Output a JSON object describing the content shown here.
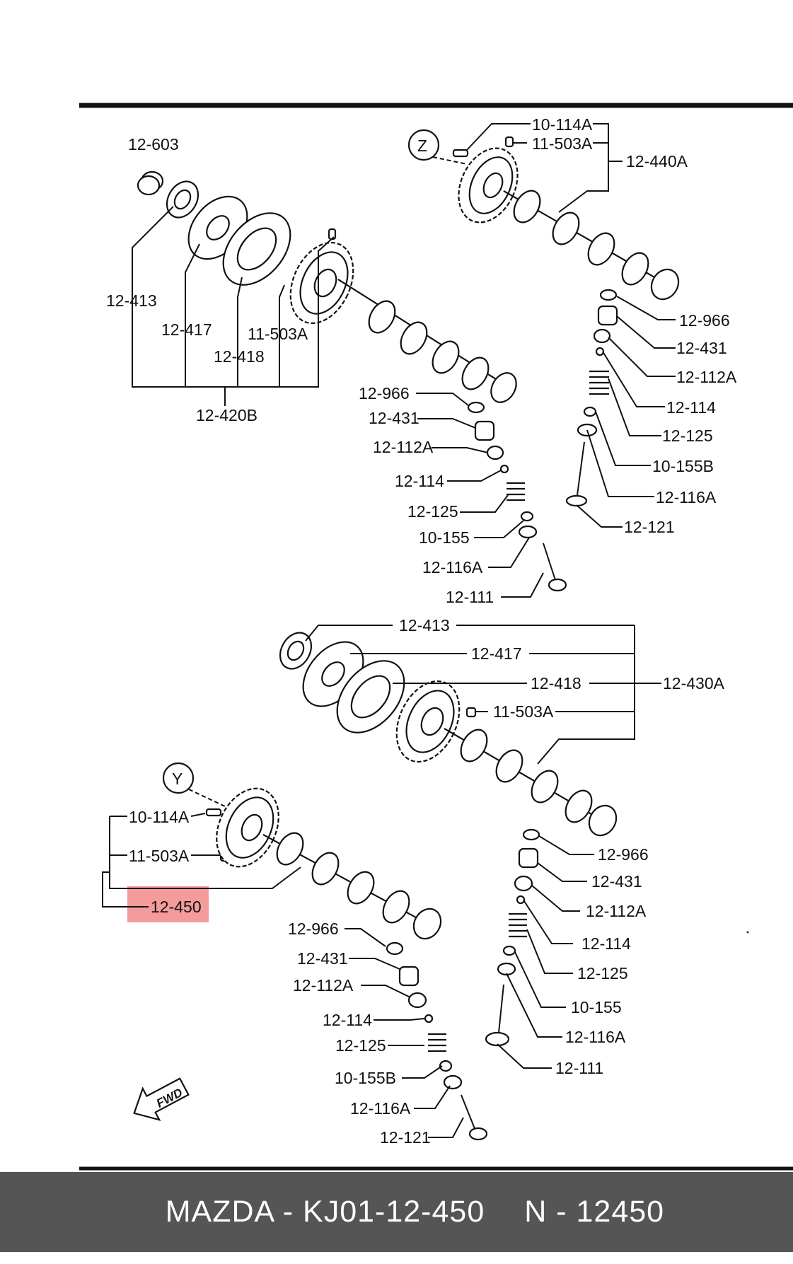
{
  "footer": {
    "brand_part": "MAZDA - KJ01-12-450",
    "alt_part": "N - 12450"
  },
  "highlight_color": "#f28a8a",
  "callouts": {
    "c12603": "12-603",
    "c12413a": "12-413",
    "c12417a": "12-417",
    "c12418a": "12-418",
    "c11503Aa": "11-503A",
    "c12420B": "12-420B",
    "c10114Aa": "10-114A",
    "c11503Ab": "11-503A",
    "c12440A": "12-440A",
    "zlabel": "Z",
    "ylabel": "Y",
    "c12966a": "12-966",
    "c12431a": "12-431",
    "c12112Aa": "12-112A",
    "c12114a": "12-114",
    "c12125a": "12-125",
    "c10155Ba": "10-155B",
    "c12116Aa": "12-116A",
    "c12121a": "12-121",
    "c12966b": "12-966",
    "c12431b": "12-431",
    "c12112Ab": "12-112A",
    "c12114b": "12-114",
    "c12125b": "12-125",
    "c10155a": "10-155",
    "c12116Ab": "12-116A",
    "c12111a": "12-111",
    "c12413b": "12-413",
    "c12417b": "12-417",
    "c12418b": "12-418",
    "c12430A": "12-430A",
    "c11503Ac": "11-503A",
    "c10114Ab": "10-114A",
    "c11503Ad": "11-503A",
    "c12450": "12-450",
    "c12966c": "12-966",
    "c12431c": "12-431",
    "c12112Ac": "12-112A",
    "c12114c": "12-114",
    "c12125c": "12-125",
    "c10155Bb": "10-155B",
    "c12116Ac": "12-116A",
    "c12121b": "12-121",
    "c12966d": "12-966",
    "c12431d": "12-431",
    "c12112Ad": "12-112A",
    "c12114d": "12-114",
    "c12125d": "12-125",
    "c10155b": "10-155",
    "c12116Ad": "12-116A",
    "c12111b": "12-111",
    "fwd": "FWD"
  }
}
